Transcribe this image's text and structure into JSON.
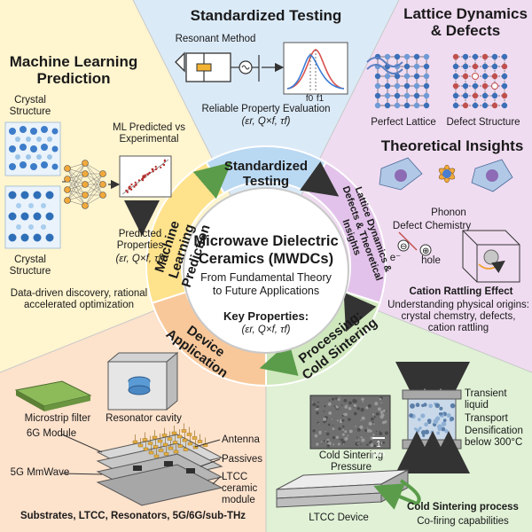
{
  "center": {
    "title": "Microwave Dielectric Ceramics (MWDCs)",
    "subtitle": "From Fundamental Theory to Future Applications",
    "key_label": "Key Properties:",
    "key_values": "(εr, Q×f, τf)"
  },
  "ring": {
    "standardized": "Standardized Testing",
    "lattice": "Lattice Dynamics & Defects & Theoretical Insights",
    "processing": "Processing: Cold Sintering",
    "device": "Device Application",
    "ml": "Machine Learning Prediction"
  },
  "top": {
    "title": "Standardized Testing",
    "method": "Resonant Method",
    "eval": "Reliable Property Evaluation",
    "eval_values": "(εr, Q×f, τf)",
    "f0": "f0",
    "f1": "f1"
  },
  "ml": {
    "title": "Machine Learning Prediction",
    "crystal_top": "Crystal Structure",
    "crystal_bottom": "Crystal Structure",
    "ml_vs": "ML Predicted vs Experimental",
    "predicted": "Predicted Properties",
    "predicted_values": "(εr, Q×f, τf)",
    "footer": "Data-driven discovery, rational accelerated optimization"
  },
  "lattice": {
    "title": "Lattice Dynamics & Defects",
    "perfect": "Perfect Lattice",
    "defect": "Defect Structure",
    "theory_title": "Theoretical Insights",
    "phonon": "Phonon",
    "defect_chem": "Defect Chemistry",
    "e_label": "e⁻",
    "hole": "hole",
    "rattling": "Cation Rattling Effect",
    "rattling_desc": "Understanding physical origins: crystal chemstry, defects, cation rattling"
  },
  "device": {
    "microstrip": "Microstrip filter",
    "resonator": "Resonator cavity",
    "module6g": "6G Module",
    "mmwave": "5G MmWave",
    "antenna": "Antenna",
    "passives": "Passives",
    "ltcc": "LTCC ceramic module",
    "footer": "Substrates, LTCC, Resonators, 5G/6G/sub-THz"
  },
  "processing": {
    "transient": "Transient liquid",
    "transport": "Transport",
    "densification": "Densification below 300°C",
    "cs_pressure": "Cold Sintering Pressure",
    "scale": "1 μm",
    "ltcc_device": "LTCC Device",
    "cs_process": "Cold Sintering process",
    "cofiring": "Co-firing capabilities"
  },
  "colors": {
    "top": "#dbeaf7",
    "left": "#fff5cf",
    "right": "#f0dcf1",
    "bottom_left": "#fde2cc",
    "bottom_right": "#e0f1d6",
    "ring_blue": "#b9d8f2",
    "ring_purple": "#e2c2ea",
    "ring_green": "#cfe8bd",
    "ring_orange": "#f8c89a",
    "ring_yellow": "#ffe28c"
  }
}
